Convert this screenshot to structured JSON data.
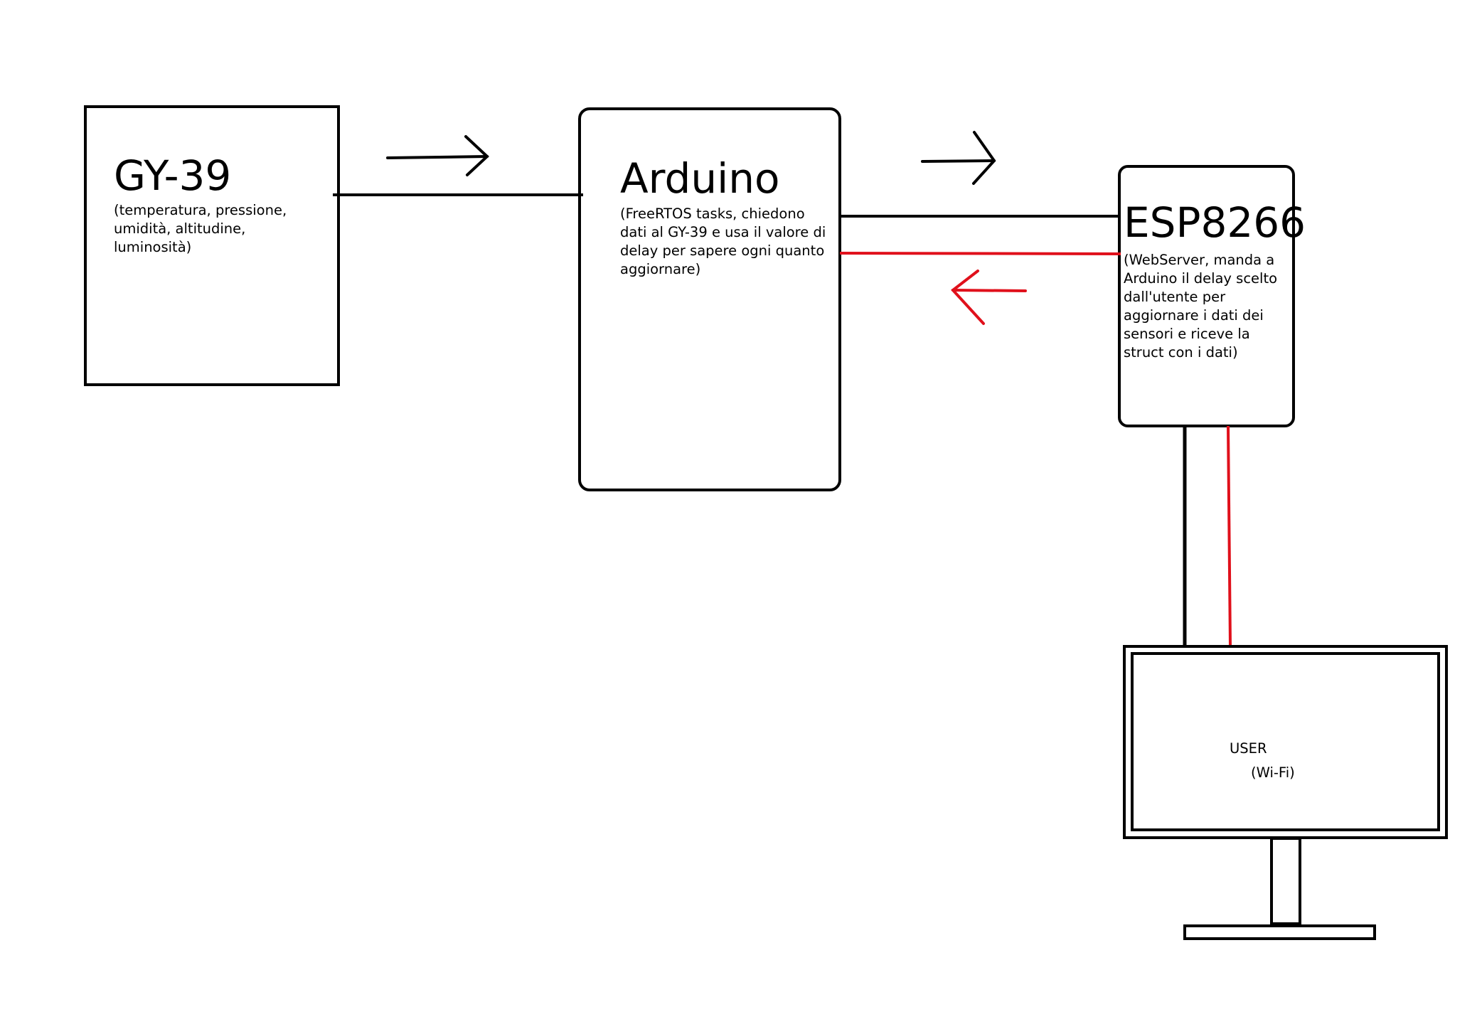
{
  "colors": {
    "line": "#000000",
    "return_line": "#e0101b",
    "background": "#ffffff"
  },
  "nodes": {
    "gy39": {
      "title": "GY-39",
      "description": "(temperatura, pressione, umidità, altitudine, luminosità)"
    },
    "arduino": {
      "title": "Arduino",
      "description": "(FreeRTOS tasks, chiedono dati al GY-39 e usa il valore di delay per sapere ogni quanto aggiornare)"
    },
    "esp8266": {
      "title": "ESP8266",
      "description": "(WebServer, manda a Arduino il delay scelto dall'utente per aggiornare i dati dei sensori e riceve la struct con i dati)"
    },
    "user": {
      "label": "USER",
      "sublabel": "(Wi-Fi)",
      "icon": "monitor-icon"
    }
  },
  "edges": [
    {
      "from": "gy39",
      "to": "arduino",
      "color": "black",
      "arrow": "right"
    },
    {
      "from": "arduino",
      "to": "esp8266",
      "color": "black",
      "arrow": "right"
    },
    {
      "from": "esp8266",
      "to": "arduino",
      "color": "red",
      "arrow": "left"
    },
    {
      "from": "esp8266",
      "to": "user",
      "color": "black",
      "arrow": "none"
    },
    {
      "from": "user",
      "to": "esp8266",
      "color": "red",
      "arrow": "none"
    }
  ]
}
